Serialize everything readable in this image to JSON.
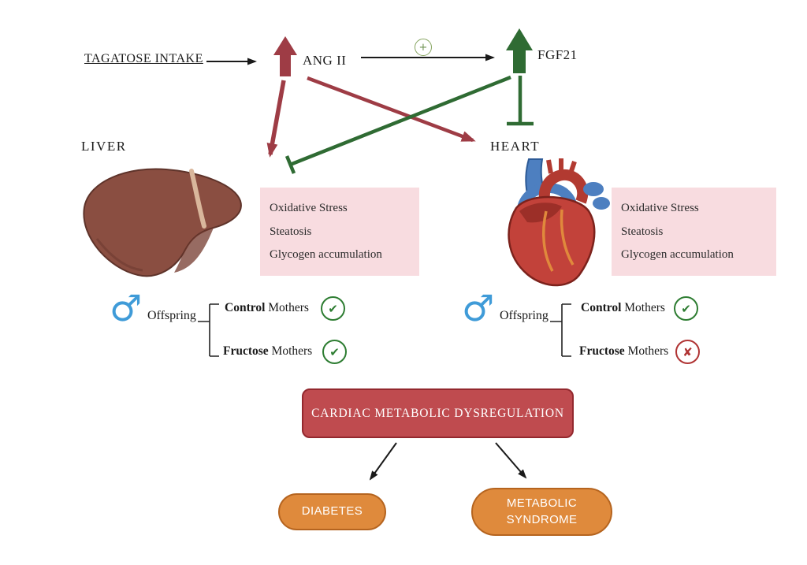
{
  "pathway": {
    "tagatose_label": "TAGATOSE INTAKE",
    "ang_ii_label": "ANG II",
    "fgf21_label": "FGF21",
    "liver_label": "LIVER",
    "heart_label": "HEART"
  },
  "effects": {
    "items": [
      "Oxidative Stress",
      "Steatosis",
      "Glycogen accumulation"
    ]
  },
  "offspring": {
    "label": "Offspring",
    "liver_branches": [
      {
        "name": "Control",
        "suffix": " Mothers",
        "outcome": "pass"
      },
      {
        "name": "Fructose",
        "suffix": " Mothers",
        "outcome": "pass"
      }
    ],
    "heart_branches": [
      {
        "name": "Control",
        "suffix": " Mothers",
        "outcome": "pass"
      },
      {
        "name": "Fructose",
        "suffix": " Mothers",
        "outcome": "fail"
      }
    ]
  },
  "icons": {
    "male": "♂",
    "check": "✔",
    "cross": "✘",
    "plus": "+"
  },
  "conclusion": {
    "title": "CARDIAC METABOLIC DYSREGULATION"
  },
  "outcomes": {
    "diabetes": "DIABETES",
    "metabolic_syndrome": "METABOLIC SYNDROME"
  },
  "colors": {
    "red_arrow": "#9e3c45",
    "green_arrow": "#2f6b33",
    "pink_panel": "#f8dce0",
    "conclusion_box": "#bf4b4f",
    "outcome_pill": "#df8a3c",
    "male_symbol_blue": "#3f9bd8",
    "check_green": "#2e7d32",
    "cross_red": "#b03434"
  }
}
